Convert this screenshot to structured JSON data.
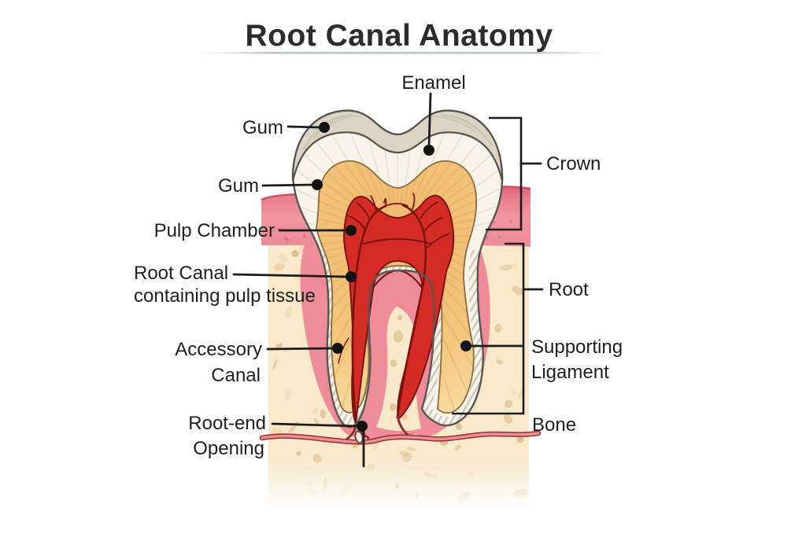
{
  "title": {
    "text": "Root Canal Anatomy"
  },
  "labels": {
    "enamel": "Enamel",
    "gum_upper": "Gum",
    "gum_lower": "Gum",
    "pulp_chamber": "Pulp Chamber",
    "root_canal_line1": "Root Canal",
    "root_canal_line2": "containing pulp tissue",
    "accessory_canal_line1": "Accessory",
    "accessory_canal_line2": "Canal",
    "root_end_line1": "Root-end",
    "root_end_line2": "Opening",
    "crown": "Crown",
    "root": "Root",
    "supporting_ligament_line1": "Supporting",
    "supporting_ligament_line2": "Ligament",
    "bone": "Bone"
  },
  "colors": {
    "enamel_cap": "#dcd3c4",
    "dentin_white": "#f8f4ea",
    "dentin_orange": "#f3c67e",
    "pulp_red": "#d42c24",
    "vessel_dark": "#7c130f",
    "gum_pink": "#ee8a96",
    "ligament_pink": "#ee8d99",
    "bone_cream": "#f7e9ca",
    "bone_speckle": "#e6cb9e",
    "leader_line": "#1c1c1c",
    "text": "#1f1f1f",
    "title": "#2c2c2c"
  }
}
